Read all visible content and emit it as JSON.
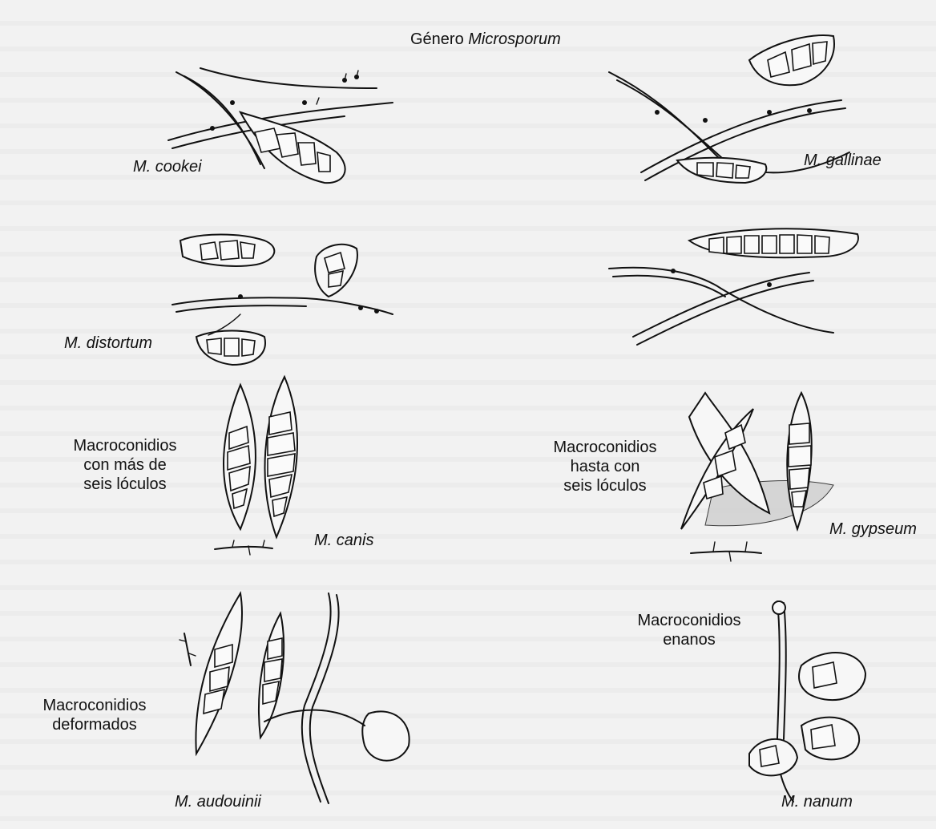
{
  "figure": {
    "title_prefix": "Género ",
    "title_genus": "Microsporum"
  },
  "species": {
    "cookei": "M. cookei",
    "gallinae": "M. gallinae",
    "distortum": "M. distortum",
    "canis": "M. canis",
    "gypseum": "M. gypseum",
    "audouinii": "M. audouinii",
    "nanum": "M. nanum"
  },
  "categories": {
    "more_than_six": [
      "Macroconidios",
      "con más de",
      "seis lóculos"
    ],
    "up_to_six": [
      "Macroconidios",
      "hasta con",
      "seis lóculos"
    ],
    "dwarf": [
      "Macroconidios",
      "enanos"
    ],
    "deformed": [
      "Macroconidios",
      "deformados"
    ]
  },
  "style": {
    "background": "#f2f2f2",
    "ink": "#111111"
  }
}
